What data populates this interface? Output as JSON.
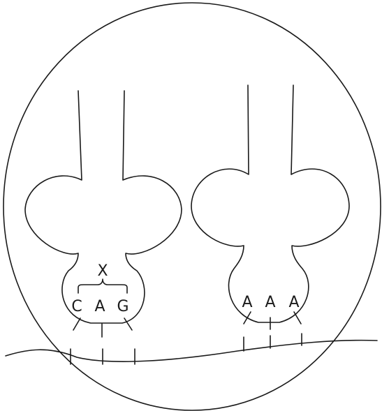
{
  "trna_left": {
    "anticodon": [
      "C",
      "A",
      "G"
    ],
    "amino_acid_label": "X"
  },
  "trna_right": {
    "anticodon": [
      "A",
      "A",
      "A"
    ]
  }
}
